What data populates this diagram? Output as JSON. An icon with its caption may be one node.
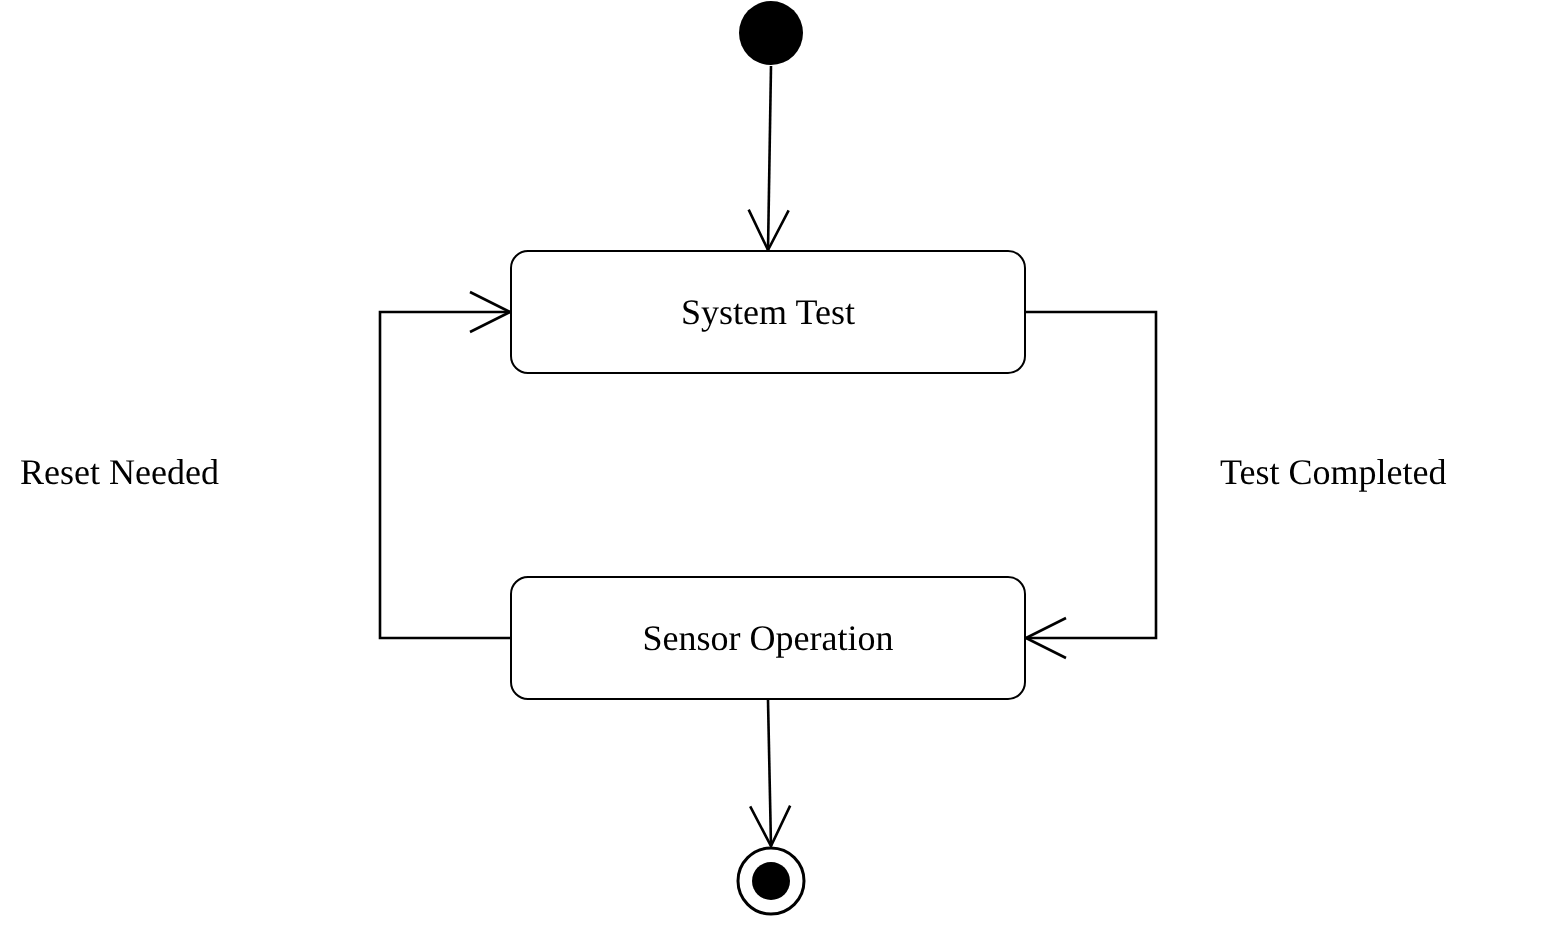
{
  "diagram": {
    "nodes": [
      {
        "text": [],
        "shape": "circle"
      },
      {
        "text": [
          "System Test"
        ]
      },
      {
        "text": [
          "Sensor Operation"
        ]
      },
      {
        "text": [],
        "shape": "bullseye"
      }
    ],
    "edges": [
      {
        "from": 0,
        "to": 1,
        "arrow": "to"
      },
      {
        "from": 1,
        "to": 2,
        "arrow": "to",
        "label": "Test Completed"
      },
      {
        "from": 2,
        "to": 1,
        "arrow": "to",
        "label": "Reset Needed"
      },
      {
        "from": 2,
        "to": 3,
        "arrow": "to"
      }
    ]
  }
}
